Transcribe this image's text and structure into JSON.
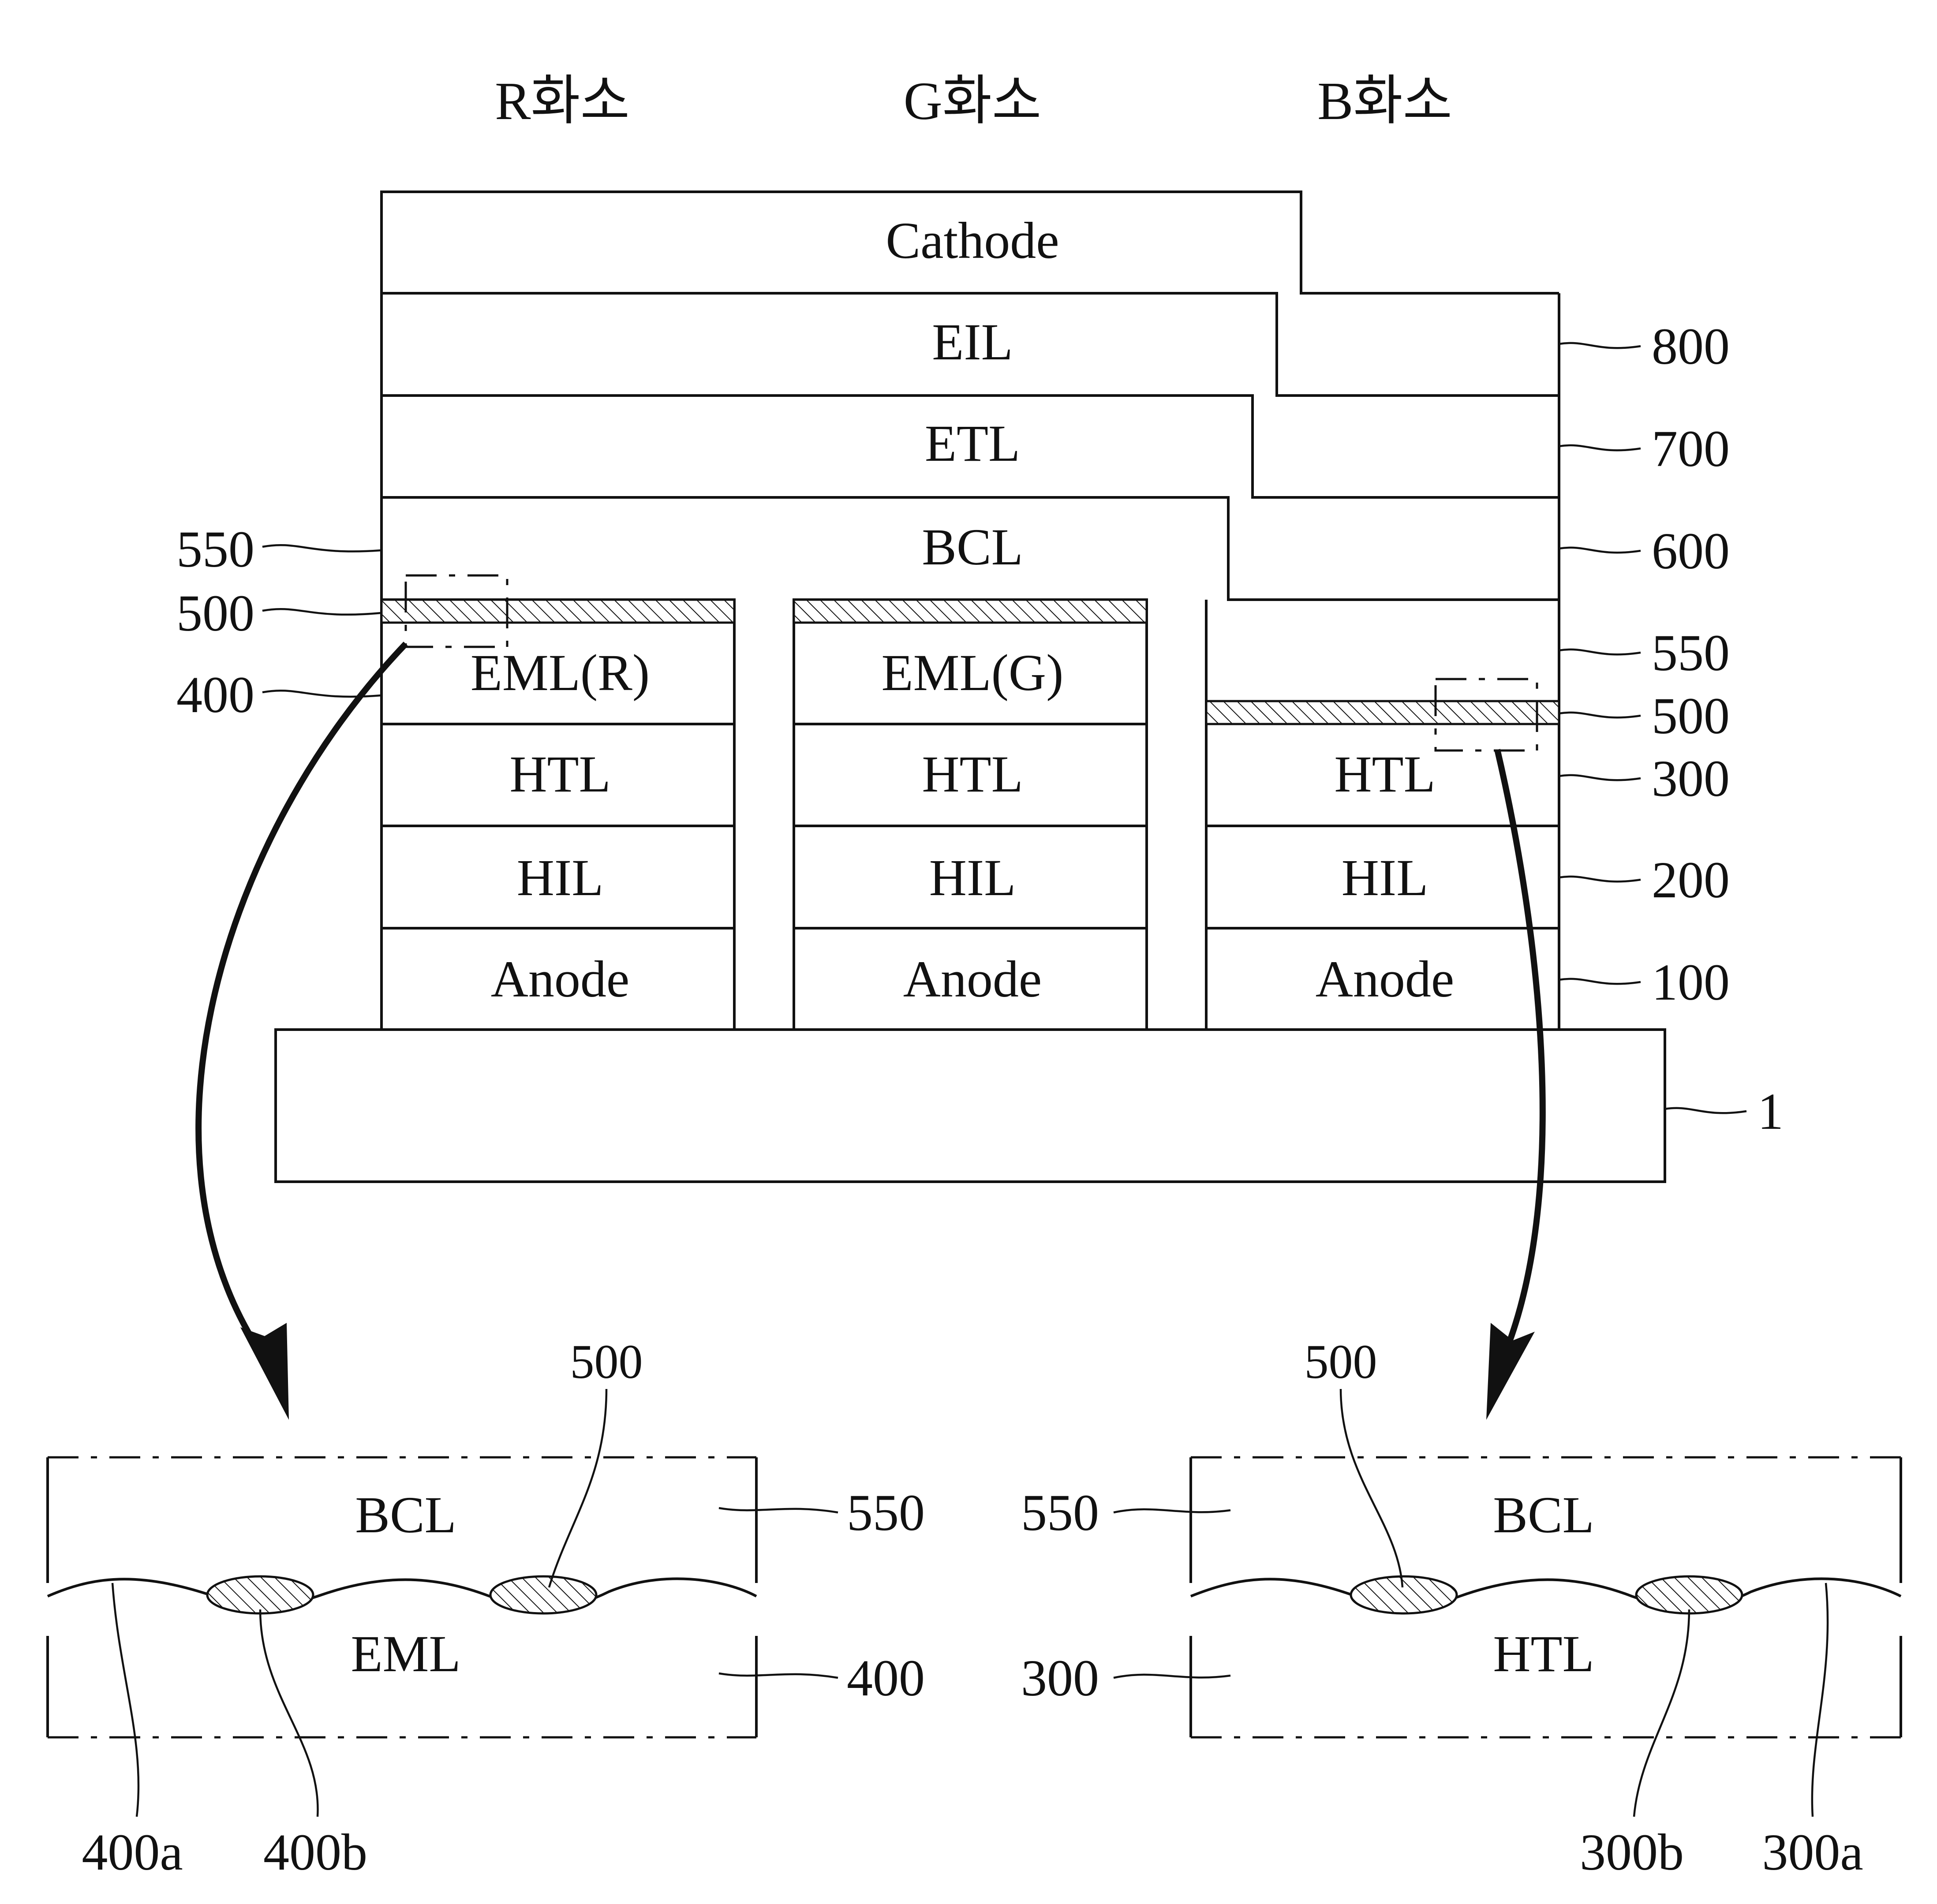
{
  "pixel_headers": {
    "r": "R화소",
    "g": "G화소",
    "b": "B화소"
  },
  "layers": {
    "cathode": "Cathode",
    "eil": "EIL",
    "etl": "ETL",
    "bcl": "BCL",
    "eml_r": "EML(R)",
    "eml_g": "EML(G)",
    "htl": "HTL",
    "hil": "HIL",
    "anode": "Anode"
  },
  "refs": {
    "r800": "800",
    "r700": "700",
    "r600": "600",
    "r550": "550",
    "r500": "500",
    "r400": "400",
    "r300": "300",
    "r200": "200",
    "r100": "100",
    "r1": "1"
  },
  "insets": {
    "left": {
      "upper_layer": "BCL",
      "lower_layer": "EML",
      "particle_ref": "500",
      "upper_ref": "550",
      "lower_ref": "400",
      "surface_ref": "400a",
      "recess_ref": "400b"
    },
    "right": {
      "upper_layer": "BCL",
      "lower_layer": "HTL",
      "particle_ref": "500",
      "upper_ref": "550",
      "lower_ref": "300",
      "recess_ref": "300b",
      "surface_ref": "300a"
    }
  }
}
